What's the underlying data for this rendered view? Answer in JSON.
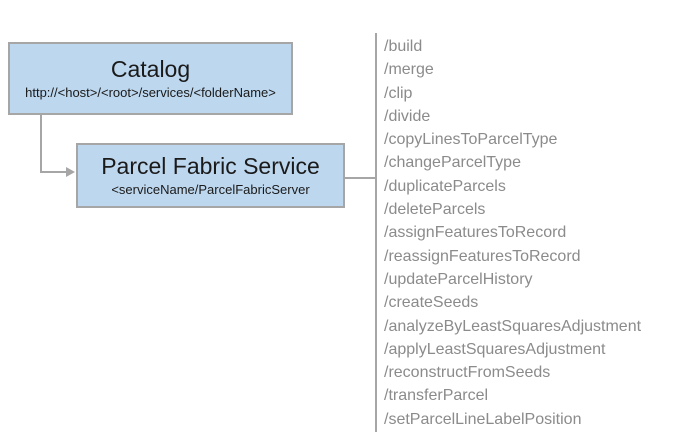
{
  "diagram": {
    "catalog": {
      "title": "Catalog",
      "subtitle": "http://<host>/<root>/services/<folderName>"
    },
    "service": {
      "title": "Parcel Fabric Service",
      "subtitle": "<serviceName/ParcelFabricServer"
    },
    "endpoints": [
      "/build",
      "/merge",
      "/clip",
      "/divide",
      "/copyLinesToParcelType",
      "/changeParcelType",
      "/duplicateParcels",
      "/deleteParcels",
      "/assignFeaturesToRecord",
      "/reassignFeaturesToRecord",
      "/updateParcelHistory",
      "/createSeeds",
      "/analyzeByLeastSquaresAdjustment",
      "/applyLeastSquaresAdjustment",
      "/reconstructFromSeeds",
      "/transferParcel",
      "/setParcelLineLabelPosition"
    ],
    "colors": {
      "box_fill": "#BDD7EE",
      "box_border": "#A6A6A6",
      "connector": "#A6A6A6",
      "endpoint_text": "#8B8B8B",
      "title_text": "#1A1A1A"
    }
  }
}
